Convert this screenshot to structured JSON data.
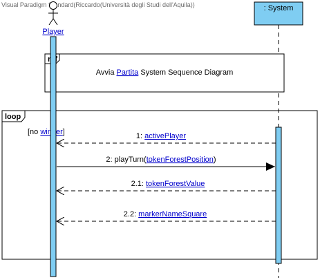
{
  "watermark": "Visual Paradigm Standard(Riccardo(Università degli Studi dell'Aquila))",
  "actor": {
    "name": "Player"
  },
  "system": {
    "name": ": System"
  },
  "ref_frame": {
    "tag": "ref",
    "text_before": "Avvia ",
    "text_link": "Partita",
    "text_after": " System Sequence Diagram"
  },
  "loop_frame": {
    "tag": "loop",
    "guard_prefix": "[no ",
    "guard_link": "winner",
    "guard_suffix": "]"
  },
  "messages": [
    {
      "num": "1: ",
      "name": "activePlayer",
      "args": "",
      "kind": "return"
    },
    {
      "num": "2: ",
      "name": "playTurn(",
      "arg": "tokenForestPosition",
      "close": ")",
      "kind": "call"
    },
    {
      "num": "2.1: ",
      "name": "tokenForestValue",
      "kind": "return"
    },
    {
      "num": "2.2: ",
      "name": "markerNameSquare",
      "kind": "return"
    }
  ],
  "colors": {
    "lifeline_fill": "#7fcdf2",
    "system_box_fill": "#7fcdf2",
    "border": "#000000"
  }
}
